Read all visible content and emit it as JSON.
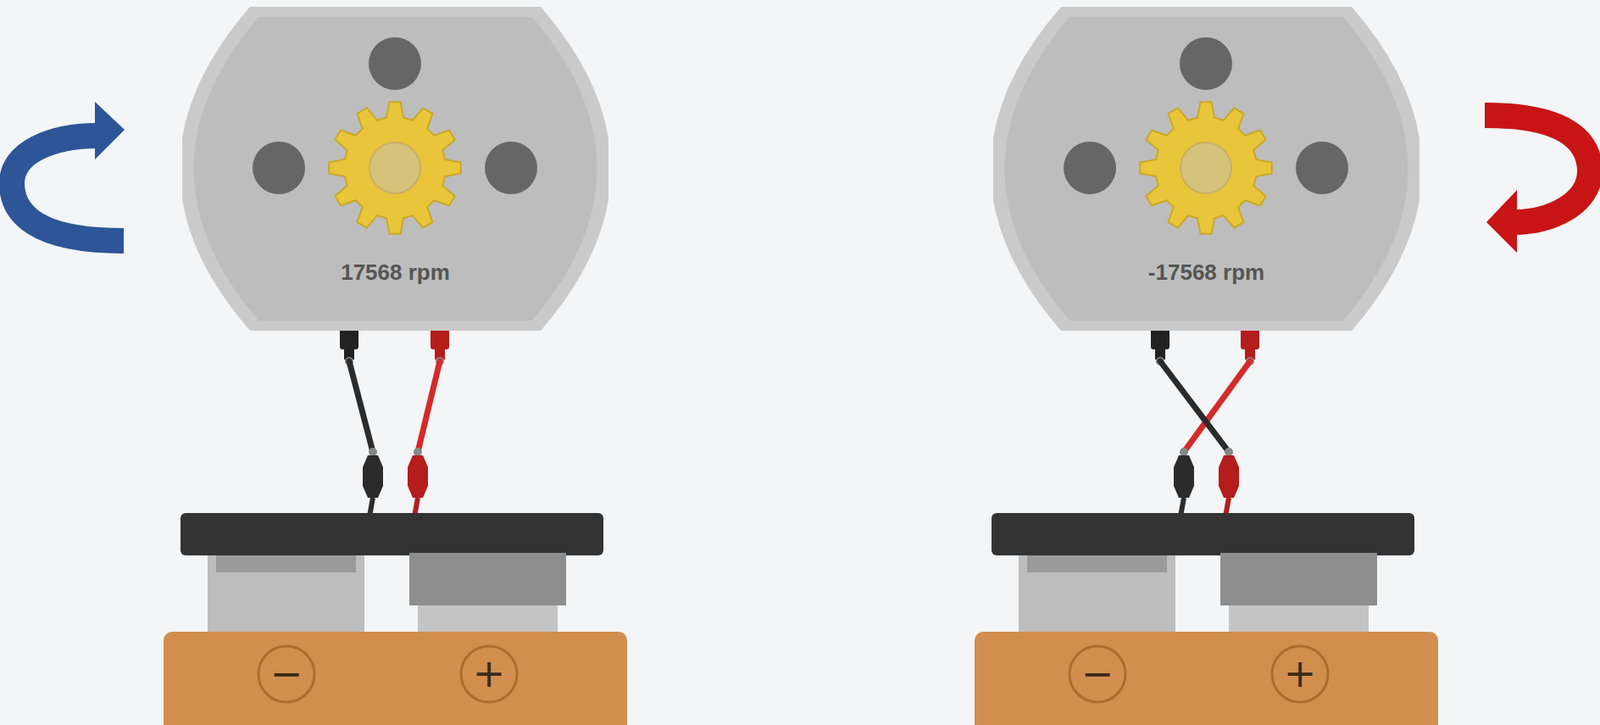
{
  "diagram": {
    "nodes": [
      {
        "text": [
          "17568 rpm"
        ]
      },
      {
        "text": [
          "−",
          "+"
        ]
      },
      {
        "text": [
          "-17568 rpm"
        ]
      },
      {
        "text": [
          "−",
          "+"
        ]
      }
    ],
    "edges": [
      {
        "from": 0,
        "to": 1,
        "arrow": "none"
      },
      {
        "from": 0,
        "to": 1,
        "arrow": "none"
      },
      {
        "from": 2,
        "to": 3,
        "arrow": "none"
      },
      {
        "from": 2,
        "to": 3,
        "arrow": "none"
      }
    ]
  }
}
